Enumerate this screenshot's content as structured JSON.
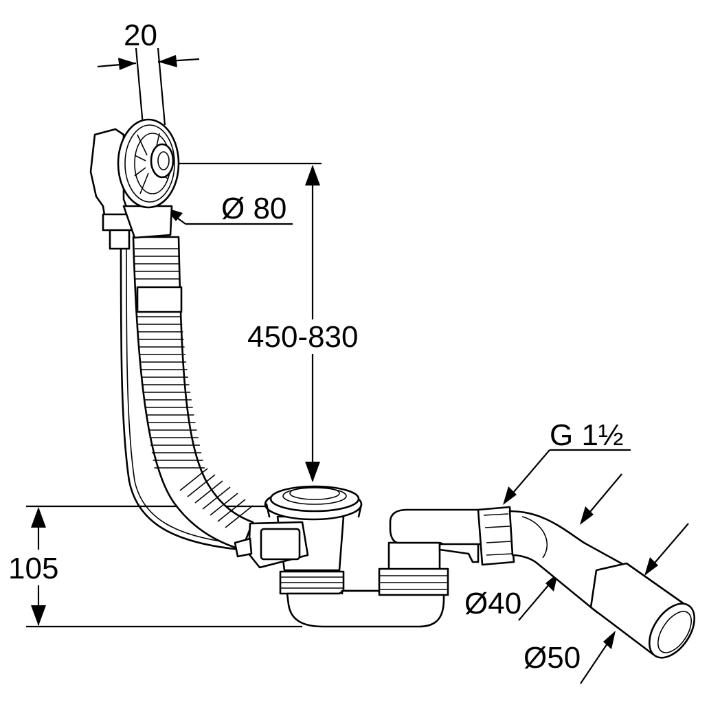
{
  "dimensions": {
    "width_label": "20",
    "diameter_overflow_label": "Ø 80",
    "height_range_label": "450-830",
    "height_label": "105",
    "thread_label": "G 1½",
    "diameter_40_label": "Ø40",
    "diameter_50_label": "Ø50"
  }
}
